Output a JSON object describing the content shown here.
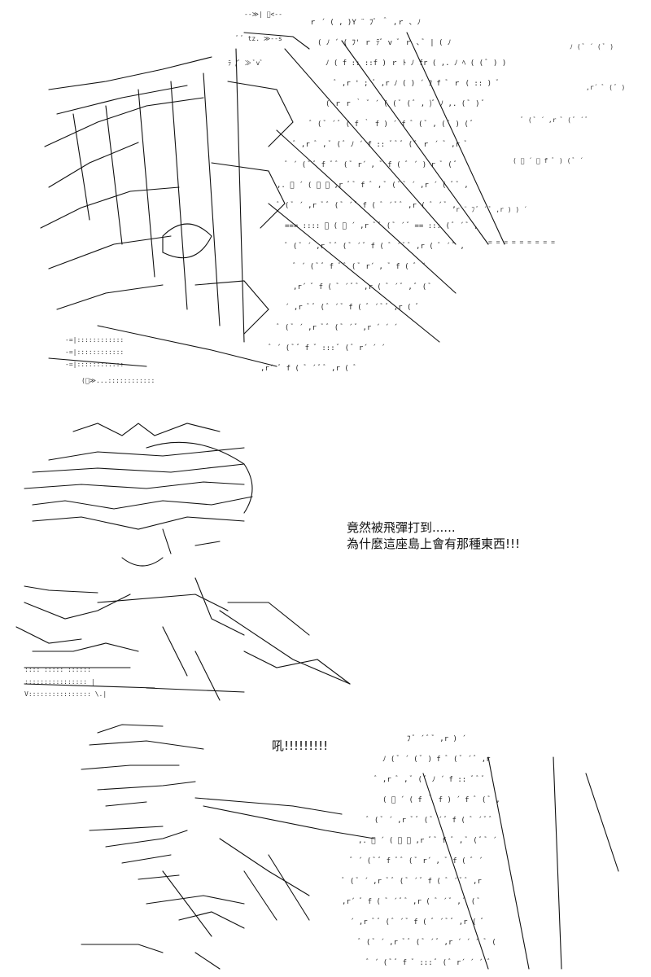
{
  "panels": [
    {
      "id": "panel-1",
      "scene": "aa-explosion"
    },
    {
      "id": "panel-2",
      "scene": "aa-man-hiding",
      "dialogue": [
        "竟然被飛彈打到......",
        "為什麼這座島上會有那種東西!!!"
      ]
    },
    {
      "id": "panel-3",
      "scene": "aa-man-shouting-explosion",
      "shout": "吼!!!!!!!!!"
    }
  ],
  "colors": {
    "background": "#ffffff",
    "ink": "#111111"
  }
}
